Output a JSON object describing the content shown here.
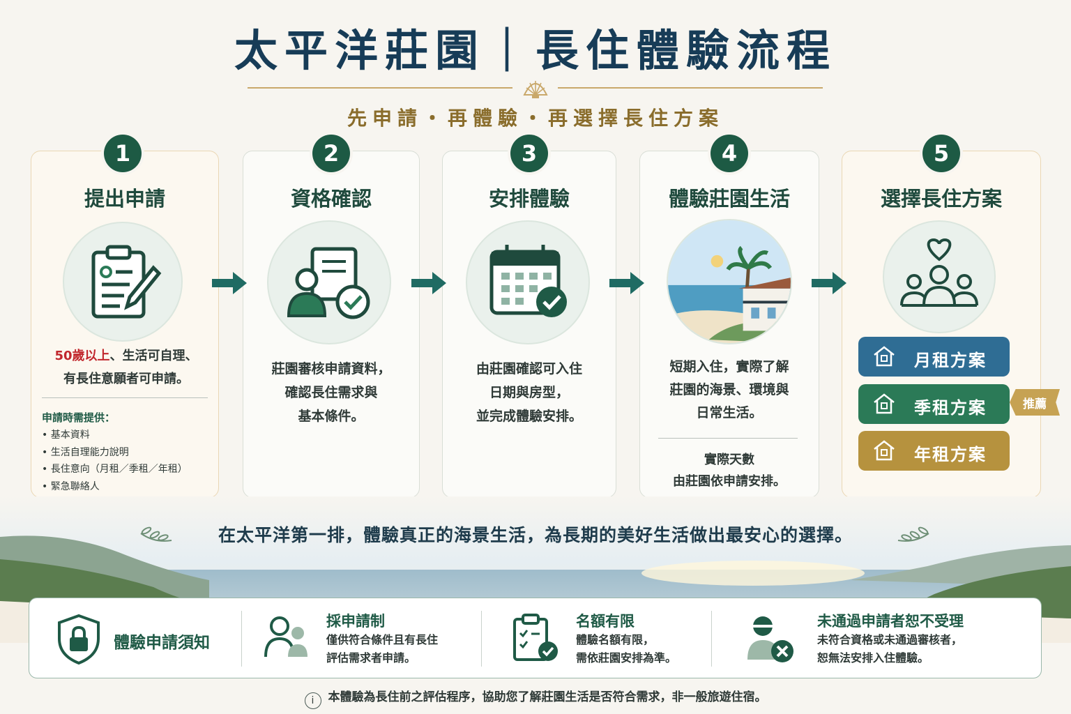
{
  "header": {
    "title": "太平洋莊園｜長住體驗流程",
    "subtitle": "先申請・再體驗・再選擇長住方案"
  },
  "steps": [
    {
      "number": "1",
      "title": "提出申請",
      "icon": "clipboard-pen-icon",
      "desc_highlight": "50歲以上",
      "desc_rest_1": "、生活可自理、",
      "desc_line_2": "有長住意願者可申請。",
      "requirements_title": "申請時需提供：",
      "requirements": [
        "基本資料",
        "生活自理能力說明",
        "長住意向（月租／季租／年租）",
        "緊急聯絡人"
      ]
    },
    {
      "number": "2",
      "title": "資格確認",
      "icon": "person-document-check-icon",
      "desc_lines": [
        "莊園審核申請資料，",
        "確認長住需求與",
        "基本條件。"
      ]
    },
    {
      "number": "3",
      "title": "安排體驗",
      "icon": "calendar-check-icon",
      "desc_lines": [
        "由莊園確認可入住",
        "日期與房型，",
        "並完成體驗安排。"
      ]
    },
    {
      "number": "4",
      "title": "體驗莊園生活",
      "icon": "seaside-villa-illustration",
      "desc_lines": [
        "短期入住，實際了解",
        "莊園的海景、環境與",
        "日常生活。"
      ],
      "note_lines": [
        "實際天數",
        "由莊園依申請安排。"
      ]
    },
    {
      "number": "5",
      "title": "選擇長住方案",
      "icon": "heart-people-icon",
      "plans": [
        {
          "label": "月租方案",
          "color": "#2f6d94"
        },
        {
          "label": "季租方案",
          "color": "#2b7a57"
        },
        {
          "label": "年租方案",
          "color": "#b6923e"
        }
      ],
      "badge": "推薦"
    }
  ],
  "slogan": "在太平洋第一排，體驗真正的海景生活，為長期的美好生活做出最安心的選擇。",
  "notice": {
    "title": "體驗申請須知",
    "items": [
      {
        "title": "採申請制",
        "lines": [
          "僅供符合條件且有長住",
          "評估需求者申請。"
        ]
      },
      {
        "title": "名額有限",
        "lines": [
          "體驗名額有限，",
          "需依莊園安排為準。"
        ]
      },
      {
        "title": "未通過申請者恕不受理",
        "lines": [
          "未符合資格或未通過審核者，",
          "恕無法安排入住體驗。"
        ]
      }
    ]
  },
  "footer": "本體驗為長住前之評估程序，協助您了解莊園生活是否符合需求，非一般旅遊住宿。",
  "colors": {
    "primary": "#1d5a44",
    "navy": "#173c57",
    "gold": "#c6a253",
    "accent_red": "#c1272d"
  }
}
